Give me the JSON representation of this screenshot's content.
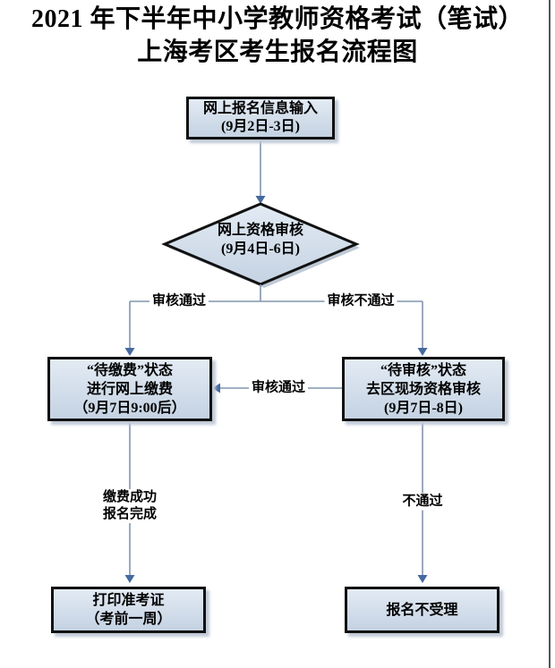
{
  "title": {
    "line1": "2021 年下半年中小学教师资格考试（笔试）",
    "line2": "上海考区考生报名流程图"
  },
  "nodes": {
    "input": {
      "lines": [
        "网上报名信息输入",
        "(9月2日-3日)"
      ]
    },
    "review": {
      "lines": [
        "网上资格审核",
        "(9月4日-6日)"
      ]
    },
    "pay": {
      "lines": [
        "“待缴费”状态",
        "进行网上缴费",
        "（9月7日9:00后）"
      ]
    },
    "onsite": {
      "lines": [
        "“待审核”状态",
        "去区现场资格审核",
        "(9月7日-8日)"
      ]
    },
    "print": {
      "lines": [
        "打印准考证",
        "（考前一周）"
      ]
    },
    "reject": {
      "lines": [
        "报名不受理"
      ]
    }
  },
  "edge_labels": {
    "pass_left": "审核通过",
    "fail_right": "审核不通过",
    "mid_pass": "审核通过",
    "pay_success": "缴费成功",
    "reg_complete": "报名完成",
    "not_pass": "不通过"
  },
  "colors": {
    "background": "#ffffff",
    "text": "#000000",
    "node_fill_top": "#e3ebf4",
    "node_fill_bottom": "#c4d2e2",
    "node_border": "#111111",
    "node_shadow": "#bfc9d6",
    "line": "#8095ad",
    "arrowhead": "#4569a0",
    "edge_artifact": "#555555"
  }
}
